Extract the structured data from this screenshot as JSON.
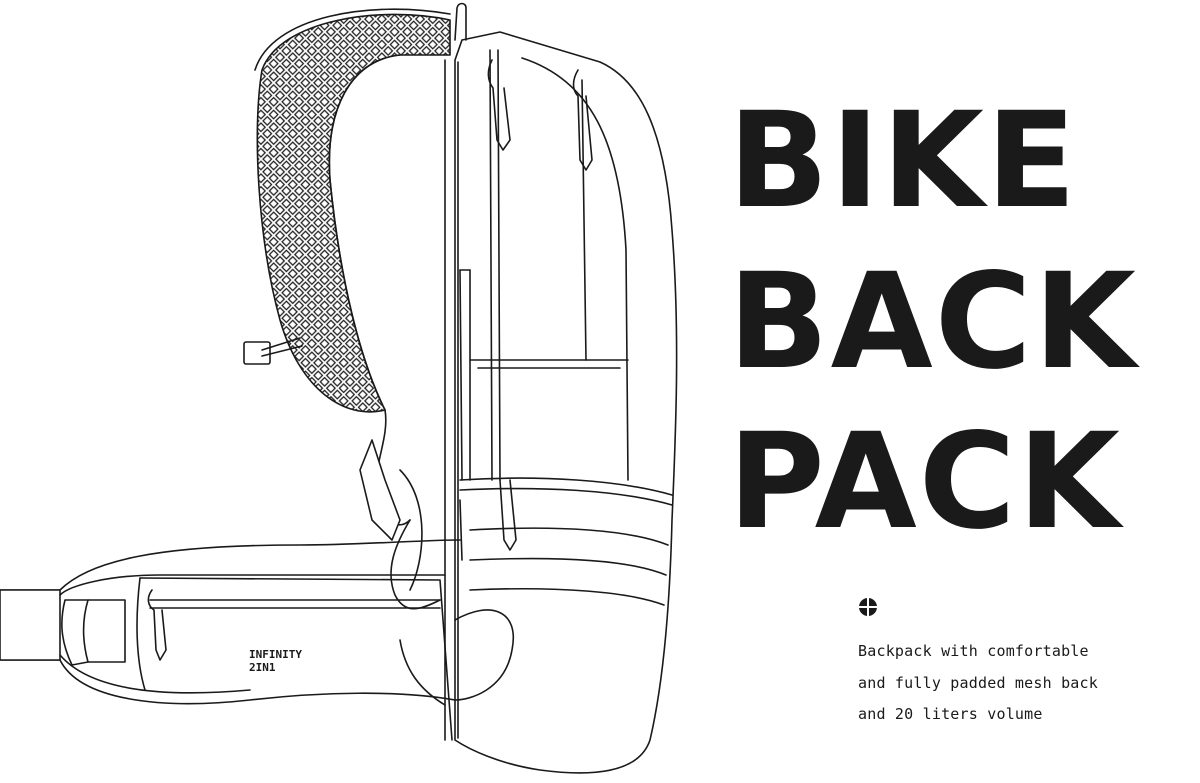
{
  "title": {
    "line1": "BIKE",
    "line2": "BACK",
    "line3": "PACK"
  },
  "bullet_icon": "crosshair-circle-icon",
  "description": [
    "Backpack with comfortable",
    "and fully padded mesh back",
    "and 20 liters volume"
  ],
  "product_label": {
    "line1": "INFINITY",
    "line2": "2IN1"
  },
  "colors": {
    "ink": "#1a1a1a",
    "background": "#ffffff"
  }
}
